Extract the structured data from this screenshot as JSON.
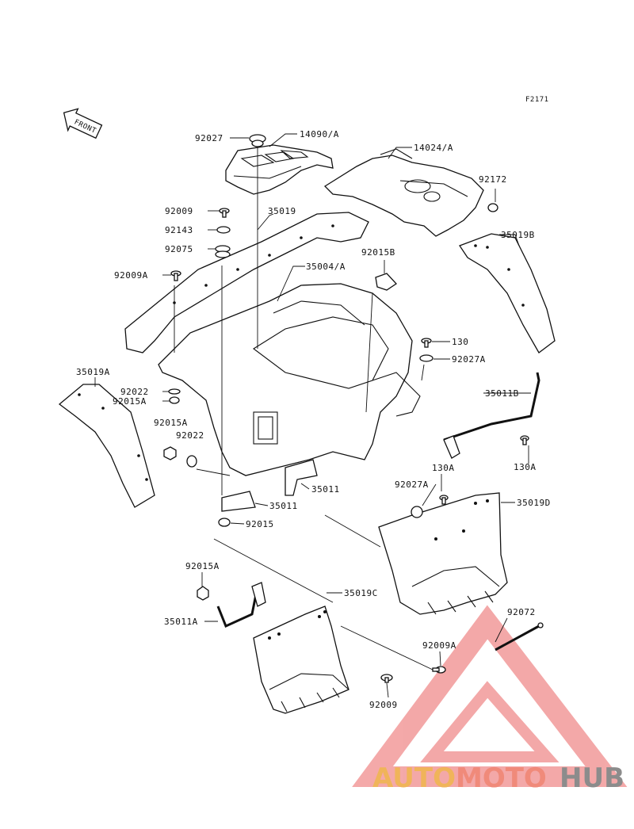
{
  "figure_code": "F2171",
  "front_arrow_label": "FRONT",
  "callouts": [
    {
      "id": "c-92027",
      "text": "92027"
    },
    {
      "id": "c-14090A",
      "text": "14090/A"
    },
    {
      "id": "c-14024A",
      "text": "14024/A"
    },
    {
      "id": "c-92172",
      "text": "92172"
    },
    {
      "id": "c-92009",
      "text": "92009"
    },
    {
      "id": "c-35019",
      "text": "35019"
    },
    {
      "id": "c-92143",
      "text": "92143"
    },
    {
      "id": "c-35019B",
      "text": "35019B"
    },
    {
      "id": "c-92075",
      "text": "92075"
    },
    {
      "id": "c-92015B",
      "text": "92015B"
    },
    {
      "id": "c-35004A",
      "text": "35004/A"
    },
    {
      "id": "c-92009A",
      "text": "92009A"
    },
    {
      "id": "c-130",
      "text": "130"
    },
    {
      "id": "c-92027A",
      "text": "92027A"
    },
    {
      "id": "c-35019A",
      "text": "35019A"
    },
    {
      "id": "c-35011B",
      "text": "35011B"
    },
    {
      "id": "c-92022",
      "text": "92022"
    },
    {
      "id": "c-92015A",
      "text": "92015A"
    },
    {
      "id": "c-92015A-b",
      "text": "92015A"
    },
    {
      "id": "c-92022-b",
      "text": "92022"
    },
    {
      "id": "c-130A",
      "text": "130A"
    },
    {
      "id": "c-130A-b",
      "text": "130A"
    },
    {
      "id": "c-35011",
      "text": "35011"
    },
    {
      "id": "c-92027A-b",
      "text": "92027A"
    },
    {
      "id": "c-35011-b",
      "text": "35011"
    },
    {
      "id": "c-35019D",
      "text": "35019D"
    },
    {
      "id": "c-92015",
      "text": "92015"
    },
    {
      "id": "c-92015A-c",
      "text": "92015A"
    },
    {
      "id": "c-35019C",
      "text": "35019C"
    },
    {
      "id": "c-92072",
      "text": "92072"
    },
    {
      "id": "c-35011A",
      "text": "35011A"
    },
    {
      "id": "c-92009A-b",
      "text": "92009A"
    },
    {
      "id": "c-92009-b",
      "text": "92009"
    }
  ],
  "watermark": {
    "auto": "AUTO",
    "moto": "MOTO",
    "hub": "HUB",
    "color_auto": "#f0b45a",
    "color_moto": "#f08a7a",
    "color_hub": "#8c8c8c",
    "triangle_color": "#f29a9a"
  }
}
